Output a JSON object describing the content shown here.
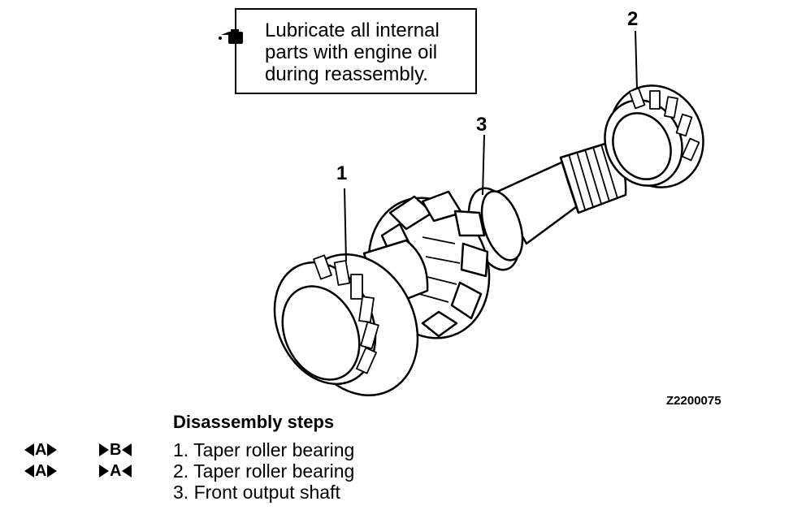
{
  "note": {
    "text": "Lubricate all internal\nparts with engine oil\nduring reassembly.",
    "icon": "oil-can-icon"
  },
  "callouts": [
    "1",
    "2",
    "3"
  ],
  "figure_code": "Z2200075",
  "steps": {
    "title": "Disassembly steps",
    "items": [
      {
        "text": "1. Taper roller bearing",
        "symbols": [
          "A",
          "B"
        ]
      },
      {
        "text": "2. Taper roller bearing",
        "symbols": [
          "A",
          "A"
        ]
      },
      {
        "text": "3. Front output shaft",
        "symbols": []
      }
    ]
  }
}
